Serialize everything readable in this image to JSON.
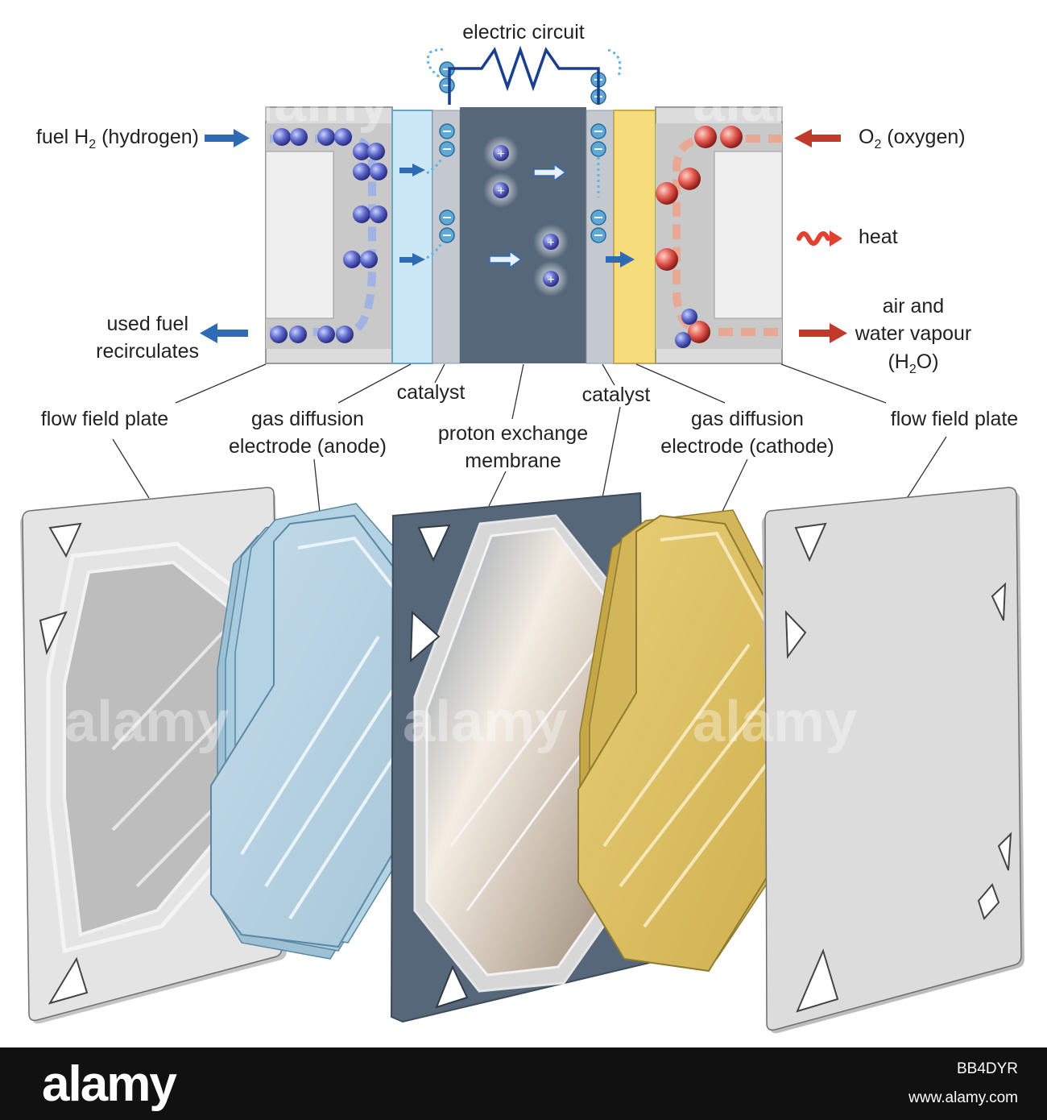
{
  "colors": {
    "anode_blue": "#2f6bb5",
    "cathode_red": "#c0392b",
    "membrane": "#56677a",
    "anode_gdl": "#cce8f7",
    "cathode_gdl": "#f7dc7c",
    "plate": "#dcdcdc"
  },
  "labels": {
    "electric_circuit": "electric circuit",
    "fuel_prefix": "fuel H",
    "fuel_sub": "2",
    "fuel_suffix": " (hydrogen)",
    "oxygen_prefix": "O",
    "oxygen_sub": "2",
    "oxygen_suffix": " (oxygen)",
    "heat": "heat",
    "used_fuel_line1": "used fuel",
    "used_fuel_line2": "recirculates",
    "air_line1": "air and",
    "air_line2": "water vapour",
    "h2o_prefix": "(H",
    "h2o_sub": "2",
    "h2o_suffix": "O)",
    "catalyst_left": "catalyst",
    "catalyst_right": "catalyst",
    "flow_field_left": "flow field plate",
    "flow_field_right": "flow field plate",
    "gdl_anode_line1": "gas diffusion",
    "gdl_anode_line2": "electrode (anode)",
    "pem_line1": "proton exchange",
    "pem_line2": "membrane",
    "gdl_cathode_line1": "gas diffusion",
    "gdl_cathode_line2": "electrode (cathode)"
  },
  "watermark": "alamy",
  "footer": {
    "logo": "alamy",
    "image_id": "BB4DYR",
    "url": "www.alamy.com"
  }
}
